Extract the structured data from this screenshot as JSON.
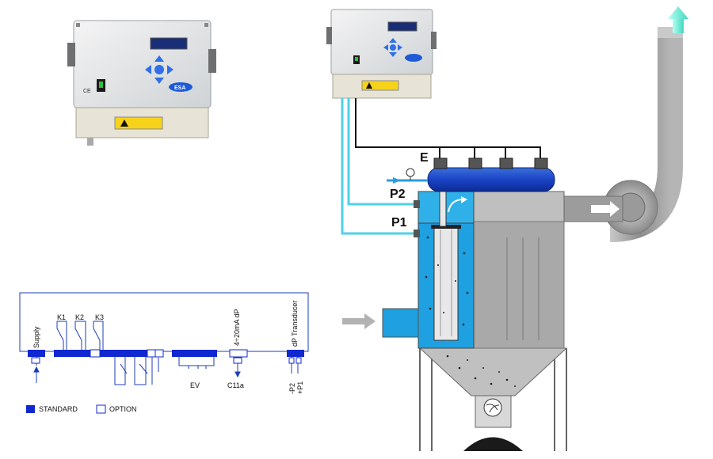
{
  "controller": {
    "brand": "ESA",
    "ce_mark": "CE"
  },
  "filter": {
    "label_e": "E",
    "label_p2": "P2",
    "label_p1": "P1"
  },
  "wiring": {
    "k1": "K1",
    "k2": "K2",
    "k3": "K3",
    "supply": "Supply",
    "analog_out": "4÷20mA dP",
    "transducer": "dP Transducer",
    "ev": "EV",
    "c11a": "C11a",
    "minus_p2": "-P2",
    "plus_p1": "+P1"
  },
  "legend": {
    "standard": "STANDARD",
    "option": "OPTION"
  }
}
